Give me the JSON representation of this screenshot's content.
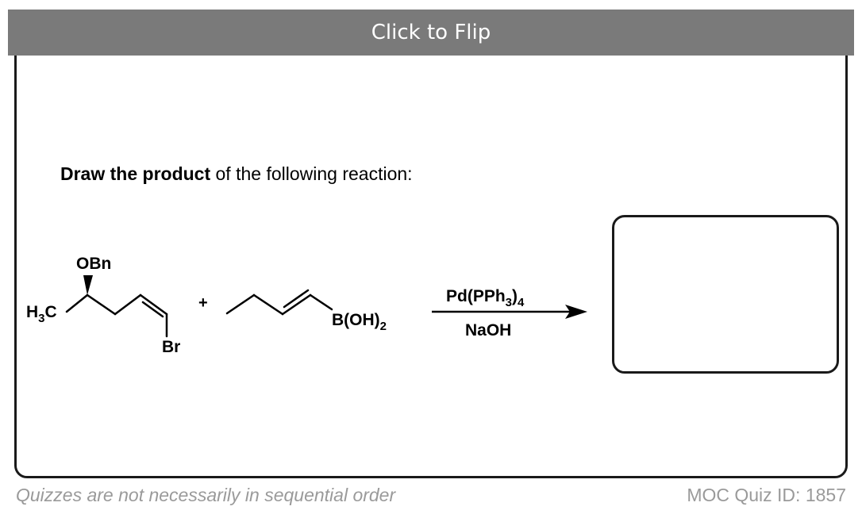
{
  "header": {
    "flip_label": "Click to Flip"
  },
  "question": {
    "bold_part": "Draw the product",
    "rest_part": " of the following reaction:"
  },
  "reaction": {
    "reactant1": {
      "obn_label": "OBn",
      "h3c_label": "H",
      "h3c_sub": "3",
      "h3c_c": "C",
      "br_label": "Br"
    },
    "plus": "+",
    "reactant2": {
      "boron_label": "B(OH)",
      "boron_sub": "2"
    },
    "reagents": {
      "above_main": "Pd(PPh",
      "above_sub1": "3",
      "above_close": ")",
      "above_sub2": "4",
      "below": "NaOH"
    }
  },
  "footer": {
    "left_note": "Quizzes are not necessarily in sequential order",
    "quiz_id": "MOC Quiz ID: 1857"
  }
}
